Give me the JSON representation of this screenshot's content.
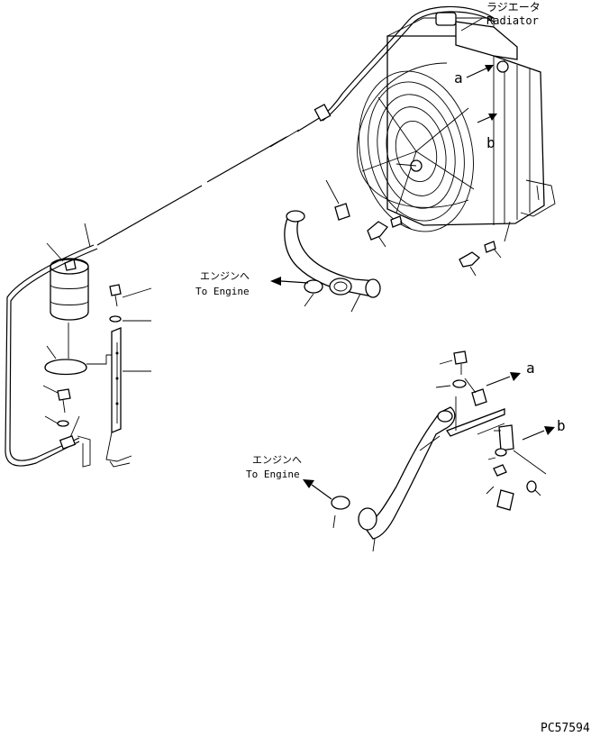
{
  "labels": {
    "radiator_jp": "ラジエータ",
    "radiator_en": "Radiator",
    "to_engine_jp_upper": "エンジンへ",
    "to_engine_en_upper": "To Engine",
    "to_engine_jp_lower": "エンジンへ",
    "to_engine_en_lower": "To Engine",
    "ref_a_upper": "a",
    "ref_b_upper": "b",
    "ref_a_lower": "a",
    "ref_b_lower": "b",
    "drawing_number": "PC57594"
  }
}
